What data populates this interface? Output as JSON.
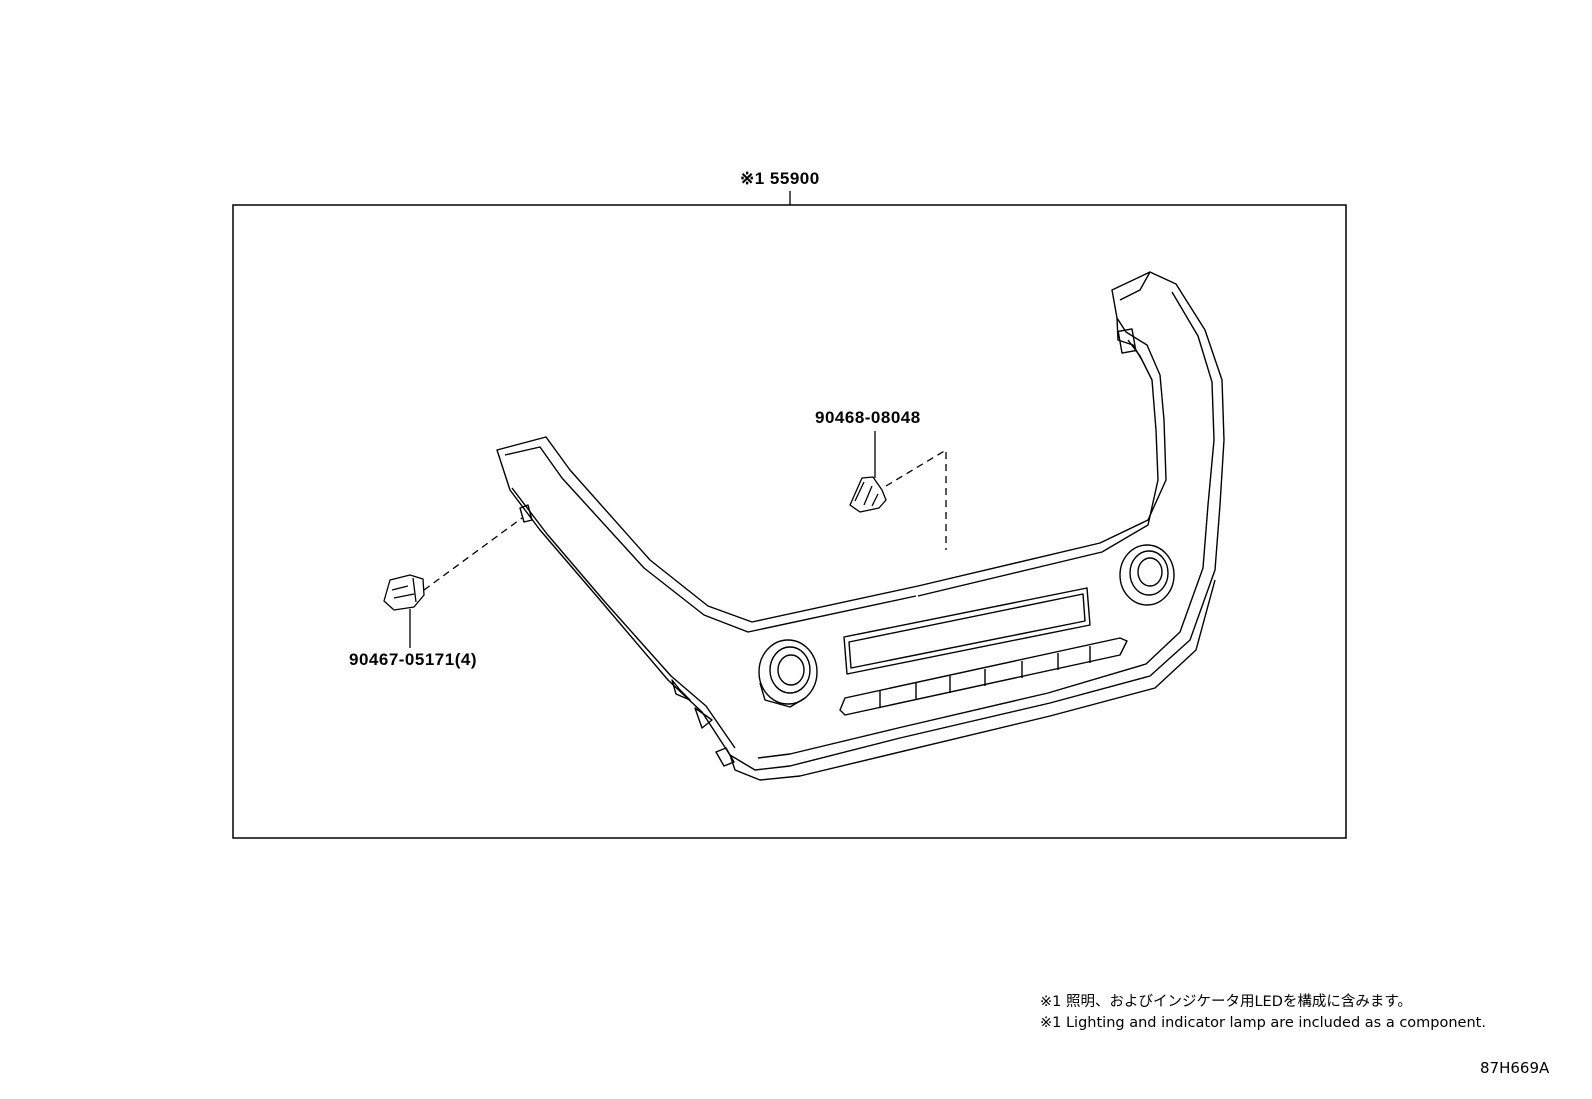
{
  "diagram": {
    "assembly_label": "※1 55900",
    "callouts": [
      {
        "id": "clip-upper",
        "part_number": "90468-08048"
      },
      {
        "id": "clip-lower",
        "part_number": "90467-05171(4)"
      }
    ],
    "notes": [
      "※1 照明、およびインジケータ用LEDを構成に含みます。",
      "※1 Lighting and indicator lamp are included as a component."
    ],
    "figure_code": "87H669A"
  }
}
